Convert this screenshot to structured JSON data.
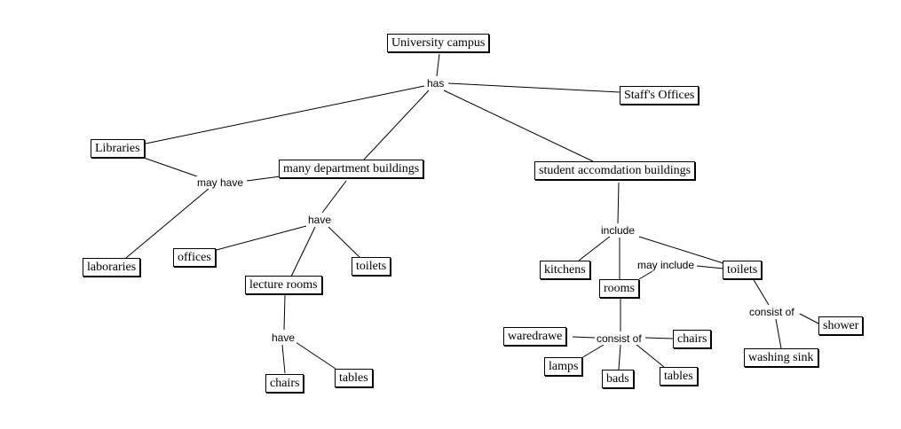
{
  "diagram": {
    "type": "concept-map",
    "concepts": {
      "university_campus": "University campus",
      "staff_offices": "Staff's Offices",
      "libraries": "Libraries",
      "many_department_buildings": "many department buildings",
      "student_accommodation_buildings": "student accomdation buildings",
      "laboraries": "laboraries",
      "offices": "offices",
      "toilets_dept": "toilets",
      "lecture_rooms": "lecture rooms",
      "chairs_lecture": "chairs",
      "tables_lecture": "tables",
      "kitchens": "kitchens",
      "rooms": "rooms",
      "toilets_student": "toilets",
      "waredrawe": "waredrawe",
      "chairs_room": "chairs",
      "lamps": "lamps",
      "bads": "bads",
      "tables_room": "tables",
      "shower": "shower",
      "washing_sink": "washing sink"
    },
    "links": {
      "has": "has",
      "may_have": "may have",
      "have_dept": "have",
      "have_lecture": "have",
      "include": "include",
      "may_include": "may include",
      "consist_of_rooms": "consist of",
      "consist_of_toilets": "consist of"
    },
    "relations": [
      [
        "University campus",
        "has",
        "Staff's Offices"
      ],
      [
        "University campus",
        "has",
        "Libraries"
      ],
      [
        "University campus",
        "has",
        "many department buildings"
      ],
      [
        "University campus",
        "has",
        "student accomdation buildings"
      ],
      [
        "Libraries",
        "may have",
        "laboraries"
      ],
      [
        "many department buildings",
        "may have",
        "laboraries"
      ],
      [
        "many department buildings",
        "have",
        "offices"
      ],
      [
        "many department buildings",
        "have",
        "lecture rooms"
      ],
      [
        "many department buildings",
        "have",
        "toilets"
      ],
      [
        "lecture rooms",
        "have",
        "chairs"
      ],
      [
        "lecture rooms",
        "have",
        "tables"
      ],
      [
        "student accomdation buildings",
        "include",
        "kitchens"
      ],
      [
        "student accomdation buildings",
        "include",
        "rooms"
      ],
      [
        "student accomdation buildings",
        "include",
        "toilets"
      ],
      [
        "rooms",
        "may include",
        "toilets"
      ],
      [
        "rooms",
        "consist of",
        "waredrawe"
      ],
      [
        "rooms",
        "consist of",
        "chairs"
      ],
      [
        "rooms",
        "consist of",
        "lamps"
      ],
      [
        "rooms",
        "consist of",
        "bads"
      ],
      [
        "rooms",
        "consist of",
        "tables"
      ],
      [
        "toilets",
        "consist of",
        "shower"
      ],
      [
        "toilets",
        "consist of",
        "washing sink"
      ]
    ]
  }
}
